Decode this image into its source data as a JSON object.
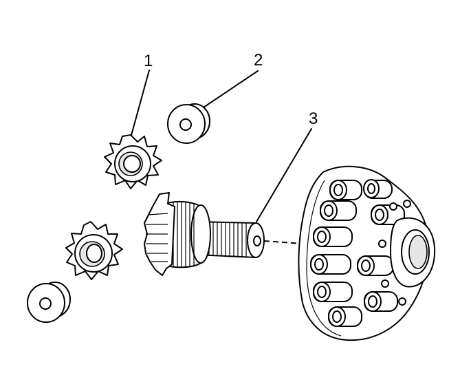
{
  "callouts": [
    {
      "id": "1",
      "label": "1"
    },
    {
      "id": "2",
      "label": "2"
    },
    {
      "id": "3",
      "label": "3"
    }
  ],
  "parts": {
    "1": "side-gear",
    "2": "thrust-washer",
    "3": "pinion-shaft"
  },
  "colors": {
    "line": "#000000",
    "background": "#ffffff",
    "shade": "#e6e6e6"
  }
}
